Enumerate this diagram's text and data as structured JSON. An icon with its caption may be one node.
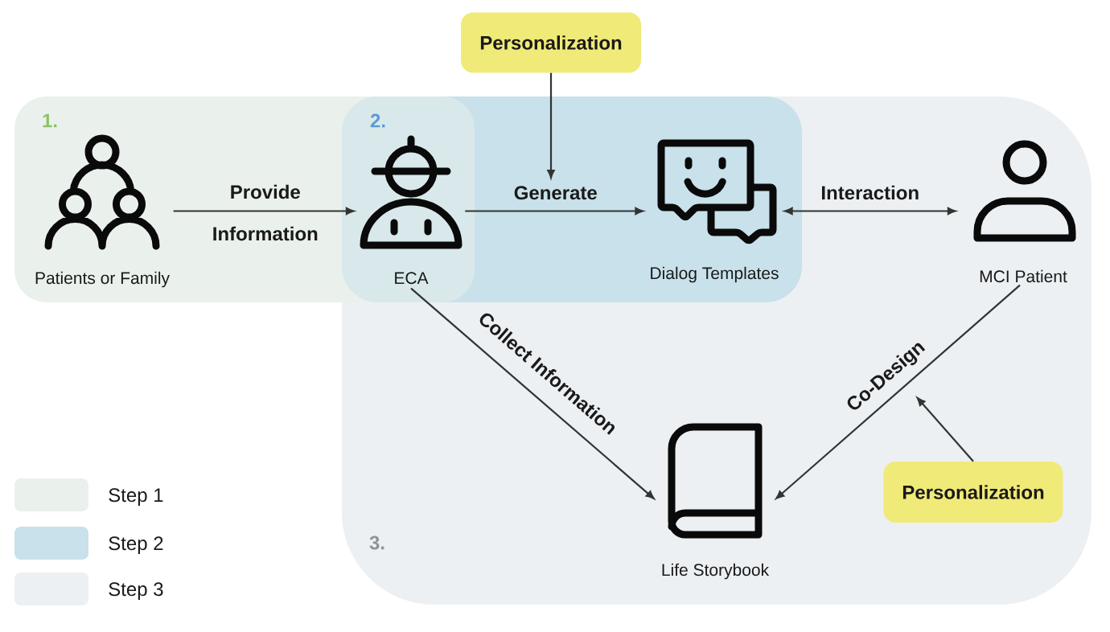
{
  "diagram": {
    "nodes": [
      {
        "text": [
          "Personalization"
        ]
      },
      {
        "text": [
          "1."
        ]
      },
      {
        "text": [
          "3."
        ]
      },
      {
        "text": [
          "2."
        ],
        "in": 2
      },
      {
        "text": [
          "Patients or Family"
        ],
        "in": 1
      },
      {
        "text": [
          "ECA"
        ]
      },
      {
        "text": [
          "Dialog Templates"
        ],
        "in": 3
      },
      {
        "text": [
          "MCI Patient"
        ],
        "in": 2
      },
      {
        "text": [
          "Life Storybook"
        ],
        "in": 2
      },
      {
        "text": [
          "Personalization"
        ],
        "in": 2
      }
    ],
    "edges": [
      {
        "from": 4,
        "to": 5,
        "arrow": "to",
        "label": "Provide Information"
      },
      {
        "from": 5,
        "to": 6,
        "arrow": "to",
        "label": "Generate"
      },
      {
        "from": 0,
        "to": null,
        "arrow": "to"
      },
      {
        "from": 6,
        "to": 7,
        "arrow": "both",
        "label": "Interaction"
      },
      {
        "from": 5,
        "to": 8,
        "arrow": "to",
        "label": "Collect Information"
      },
      {
        "from": 7,
        "to": 8,
        "arrow": "to",
        "label": "Co-Design"
      },
      {
        "from": 9,
        "to": null,
        "arrow": "to"
      }
    ],
    "legend": [
      {
        "text": "Step 1",
        "color": "#eaf1ec"
      },
      {
        "text": "Step 2",
        "color": "#c8e1eb"
      },
      {
        "text": "Step 3",
        "color": "#ecf0f3"
      }
    ]
  }
}
